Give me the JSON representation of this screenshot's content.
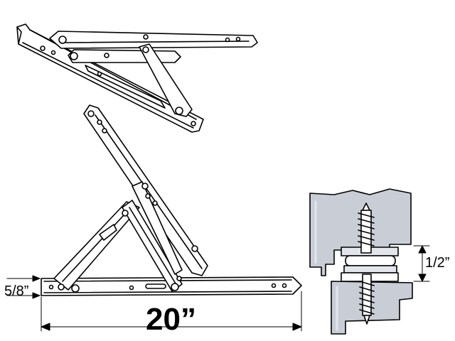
{
  "dimensions": {
    "thickness": "5/8”",
    "length": "20”",
    "height": "1/2”"
  },
  "colors": {
    "line": "#000000",
    "metal": "#ffffff",
    "section_fill": "#c9ced6",
    "section_light": "#e2e6ec"
  }
}
